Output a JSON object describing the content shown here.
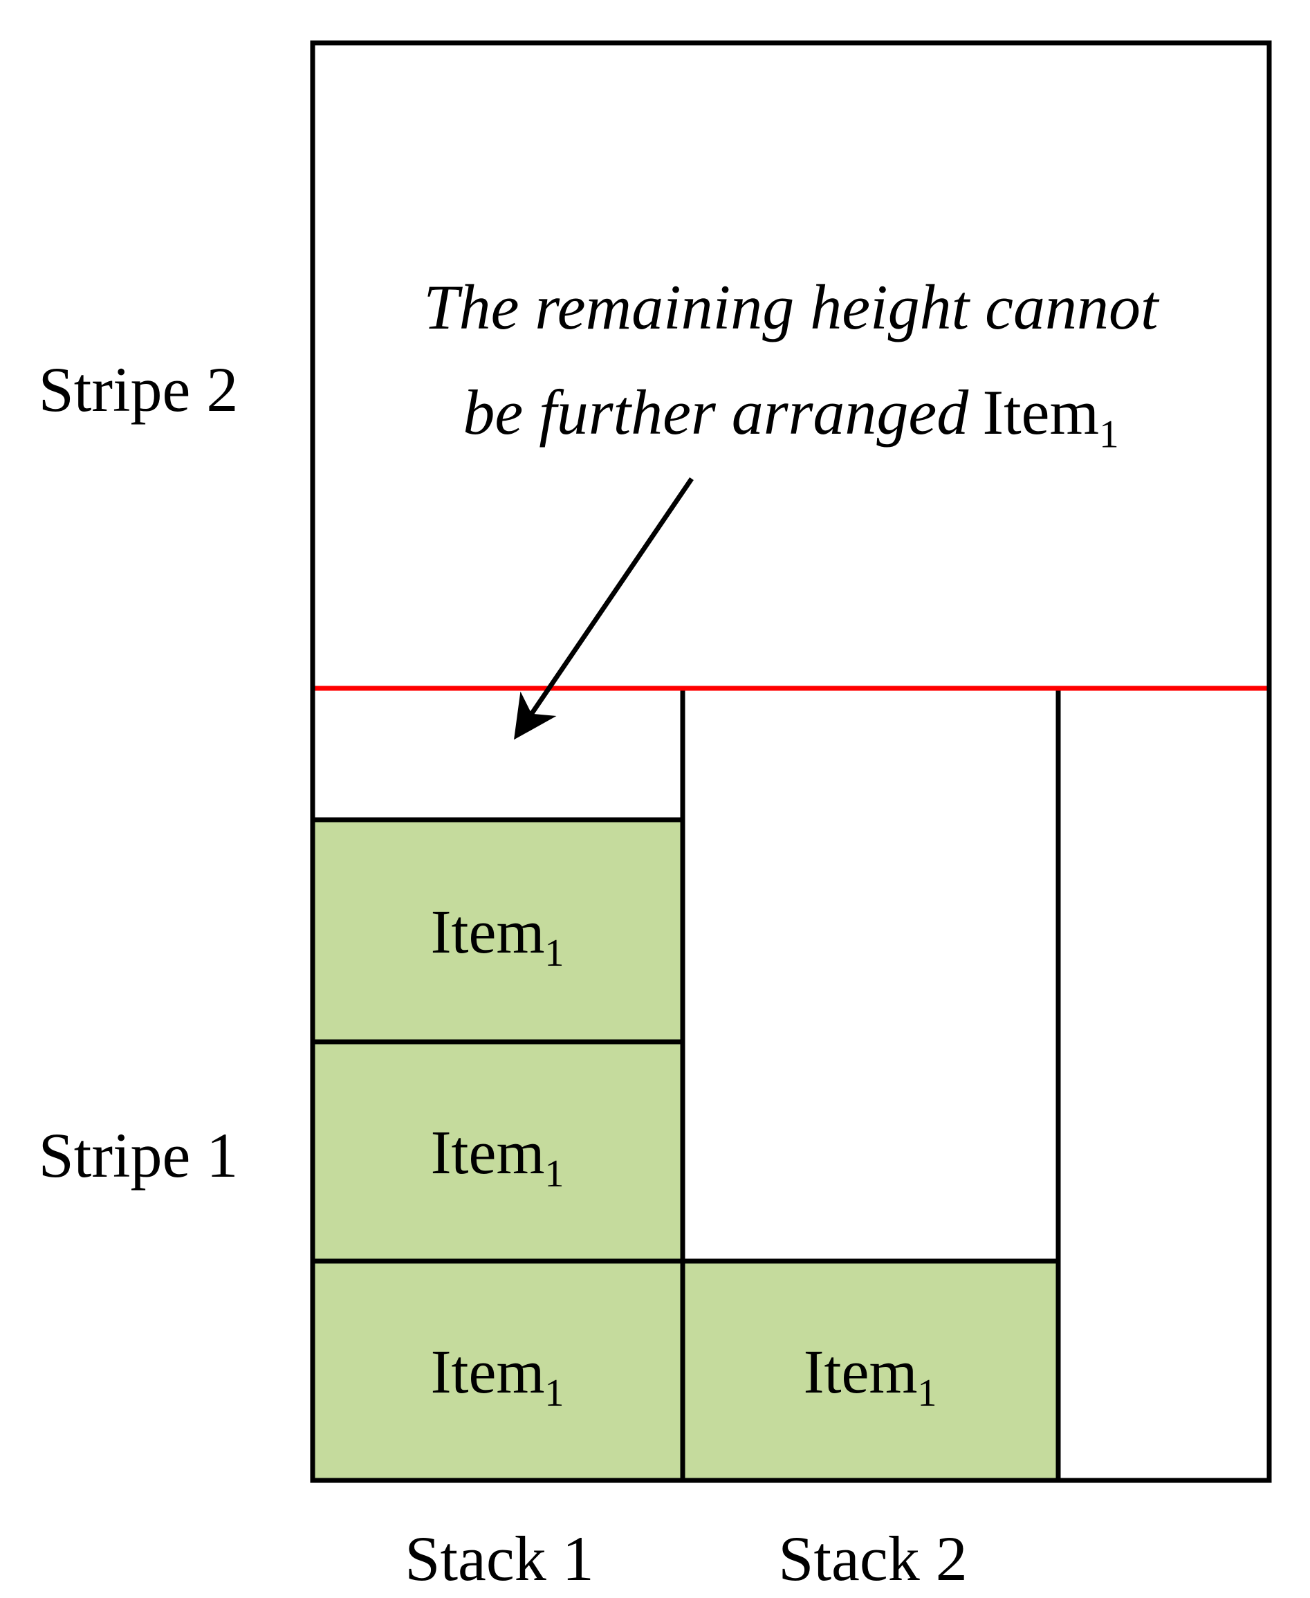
{
  "colors": {
    "item_fill": "#c5db9d",
    "divider_red": "#ff0000",
    "line_black": "#000000"
  },
  "annotation": {
    "line1": "The remaining height cannot",
    "line2": "be further arranged",
    "line2_item": {
      "base": "Item",
      "sub": "1"
    }
  },
  "stripes": [
    {
      "label": "Stripe 2"
    },
    {
      "label": "Stripe 1"
    }
  ],
  "stacks": [
    {
      "label": "Stack 1"
    },
    {
      "label": "Stack 2"
    }
  ],
  "items": [
    {
      "base": "Item",
      "sub": "1"
    },
    {
      "base": "Item",
      "sub": "1"
    },
    {
      "base": "Item",
      "sub": "1"
    },
    {
      "base": "Item",
      "sub": "1"
    }
  ]
}
